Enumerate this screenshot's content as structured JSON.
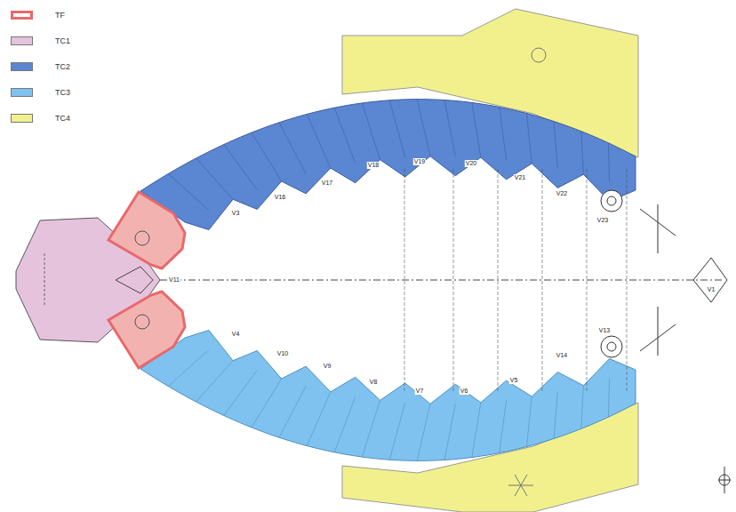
{
  "diagram": {
    "labels": [
      "V1",
      "V11",
      "V3",
      "V16",
      "V17",
      "V18",
      "V19",
      "V20",
      "V21",
      "V22",
      "V23",
      "V4",
      "V10",
      "V9",
      "V8",
      "V7",
      "V6",
      "V5",
      "V14",
      "V13"
    ],
    "legend": [
      {
        "text": "TF"
      },
      {
        "text": "TC1",
        "color": "#e6c3dc"
      },
      {
        "text": "TC2",
        "color": "#5a86d2"
      },
      {
        "text": "TC3",
        "color": "#80c2ef"
      },
      {
        "text": "TC4",
        "color": "#f1f08c"
      }
    ]
  }
}
